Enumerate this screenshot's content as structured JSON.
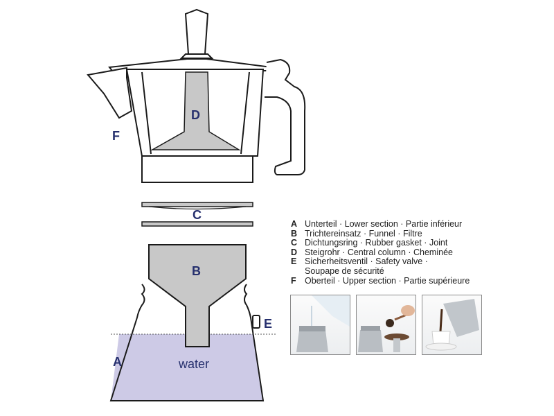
{
  "diagram": {
    "labels": {
      "A": "A",
      "B": "B",
      "C": "C",
      "D": "D",
      "E": "E",
      "F": "F"
    },
    "water_label": "water",
    "colors": {
      "label": "#26306e",
      "water": "#cdcae6",
      "part_fill": "#c8c8c8",
      "outline": "#1a1a1a"
    }
  },
  "legend": [
    {
      "key": "A",
      "text": "Unterteil · Lower section · Partie inférieur"
    },
    {
      "key": "B",
      "text": "Trichtereinsatz · Funnel · Filtre"
    },
    {
      "key": "C",
      "text": "Dichtungsring · Rubber gasket · Joint"
    },
    {
      "key": "D",
      "text": "Steigrohr · Central column · Cheminée"
    },
    {
      "key": "E",
      "text": "Sicherheitsventil · Safety valve ·"
    },
    {
      "key": "",
      "text": "Soupape de sécurité"
    },
    {
      "key": "F",
      "text": "Oberteil · Upper section · Partie supérieure"
    }
  ],
  "photos": [
    "pouring-water-photo",
    "filling-coffee-photo",
    "pouring-coffee-photo"
  ]
}
